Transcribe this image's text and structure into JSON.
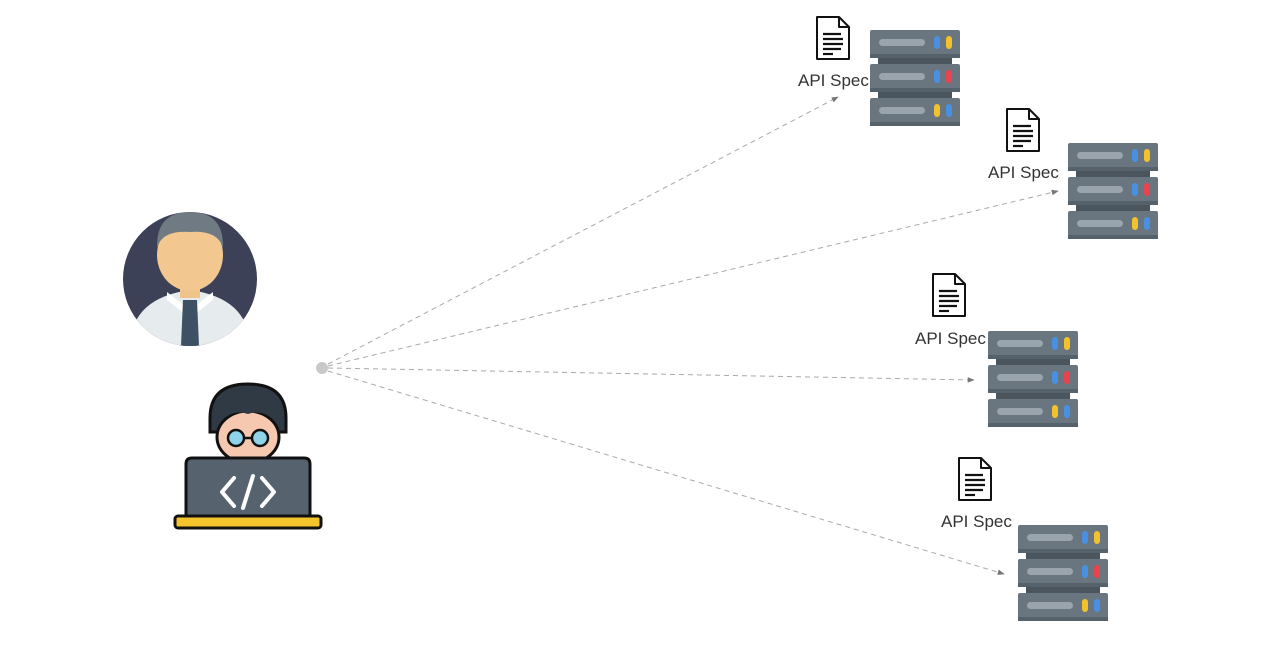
{
  "colors": {
    "server_body": "#69757f",
    "server_slot": "#9aa4ad",
    "led_blue": "#4a90e2",
    "led_yellow": "#f2c12e",
    "led_red": "#e8434f",
    "connector": "#a9a9a9",
    "hub_dot": "#c8c8c8",
    "laptop_base": "#f5c42c",
    "avatar_bg": "#3d4158"
  },
  "icons": {
    "manager": "manager-avatar-icon",
    "developer": "developer-laptop-icon",
    "document": "document-icon",
    "server": "server-rack-icon"
  },
  "endpoints": [
    {
      "spec_label": "API Spec",
      "middle_led": "red"
    },
    {
      "spec_label": "API Spec",
      "middle_led": "red"
    },
    {
      "spec_label": "API Spec",
      "middle_led": "red"
    },
    {
      "spec_label": "API Spec",
      "middle_led": "red"
    }
  ]
}
